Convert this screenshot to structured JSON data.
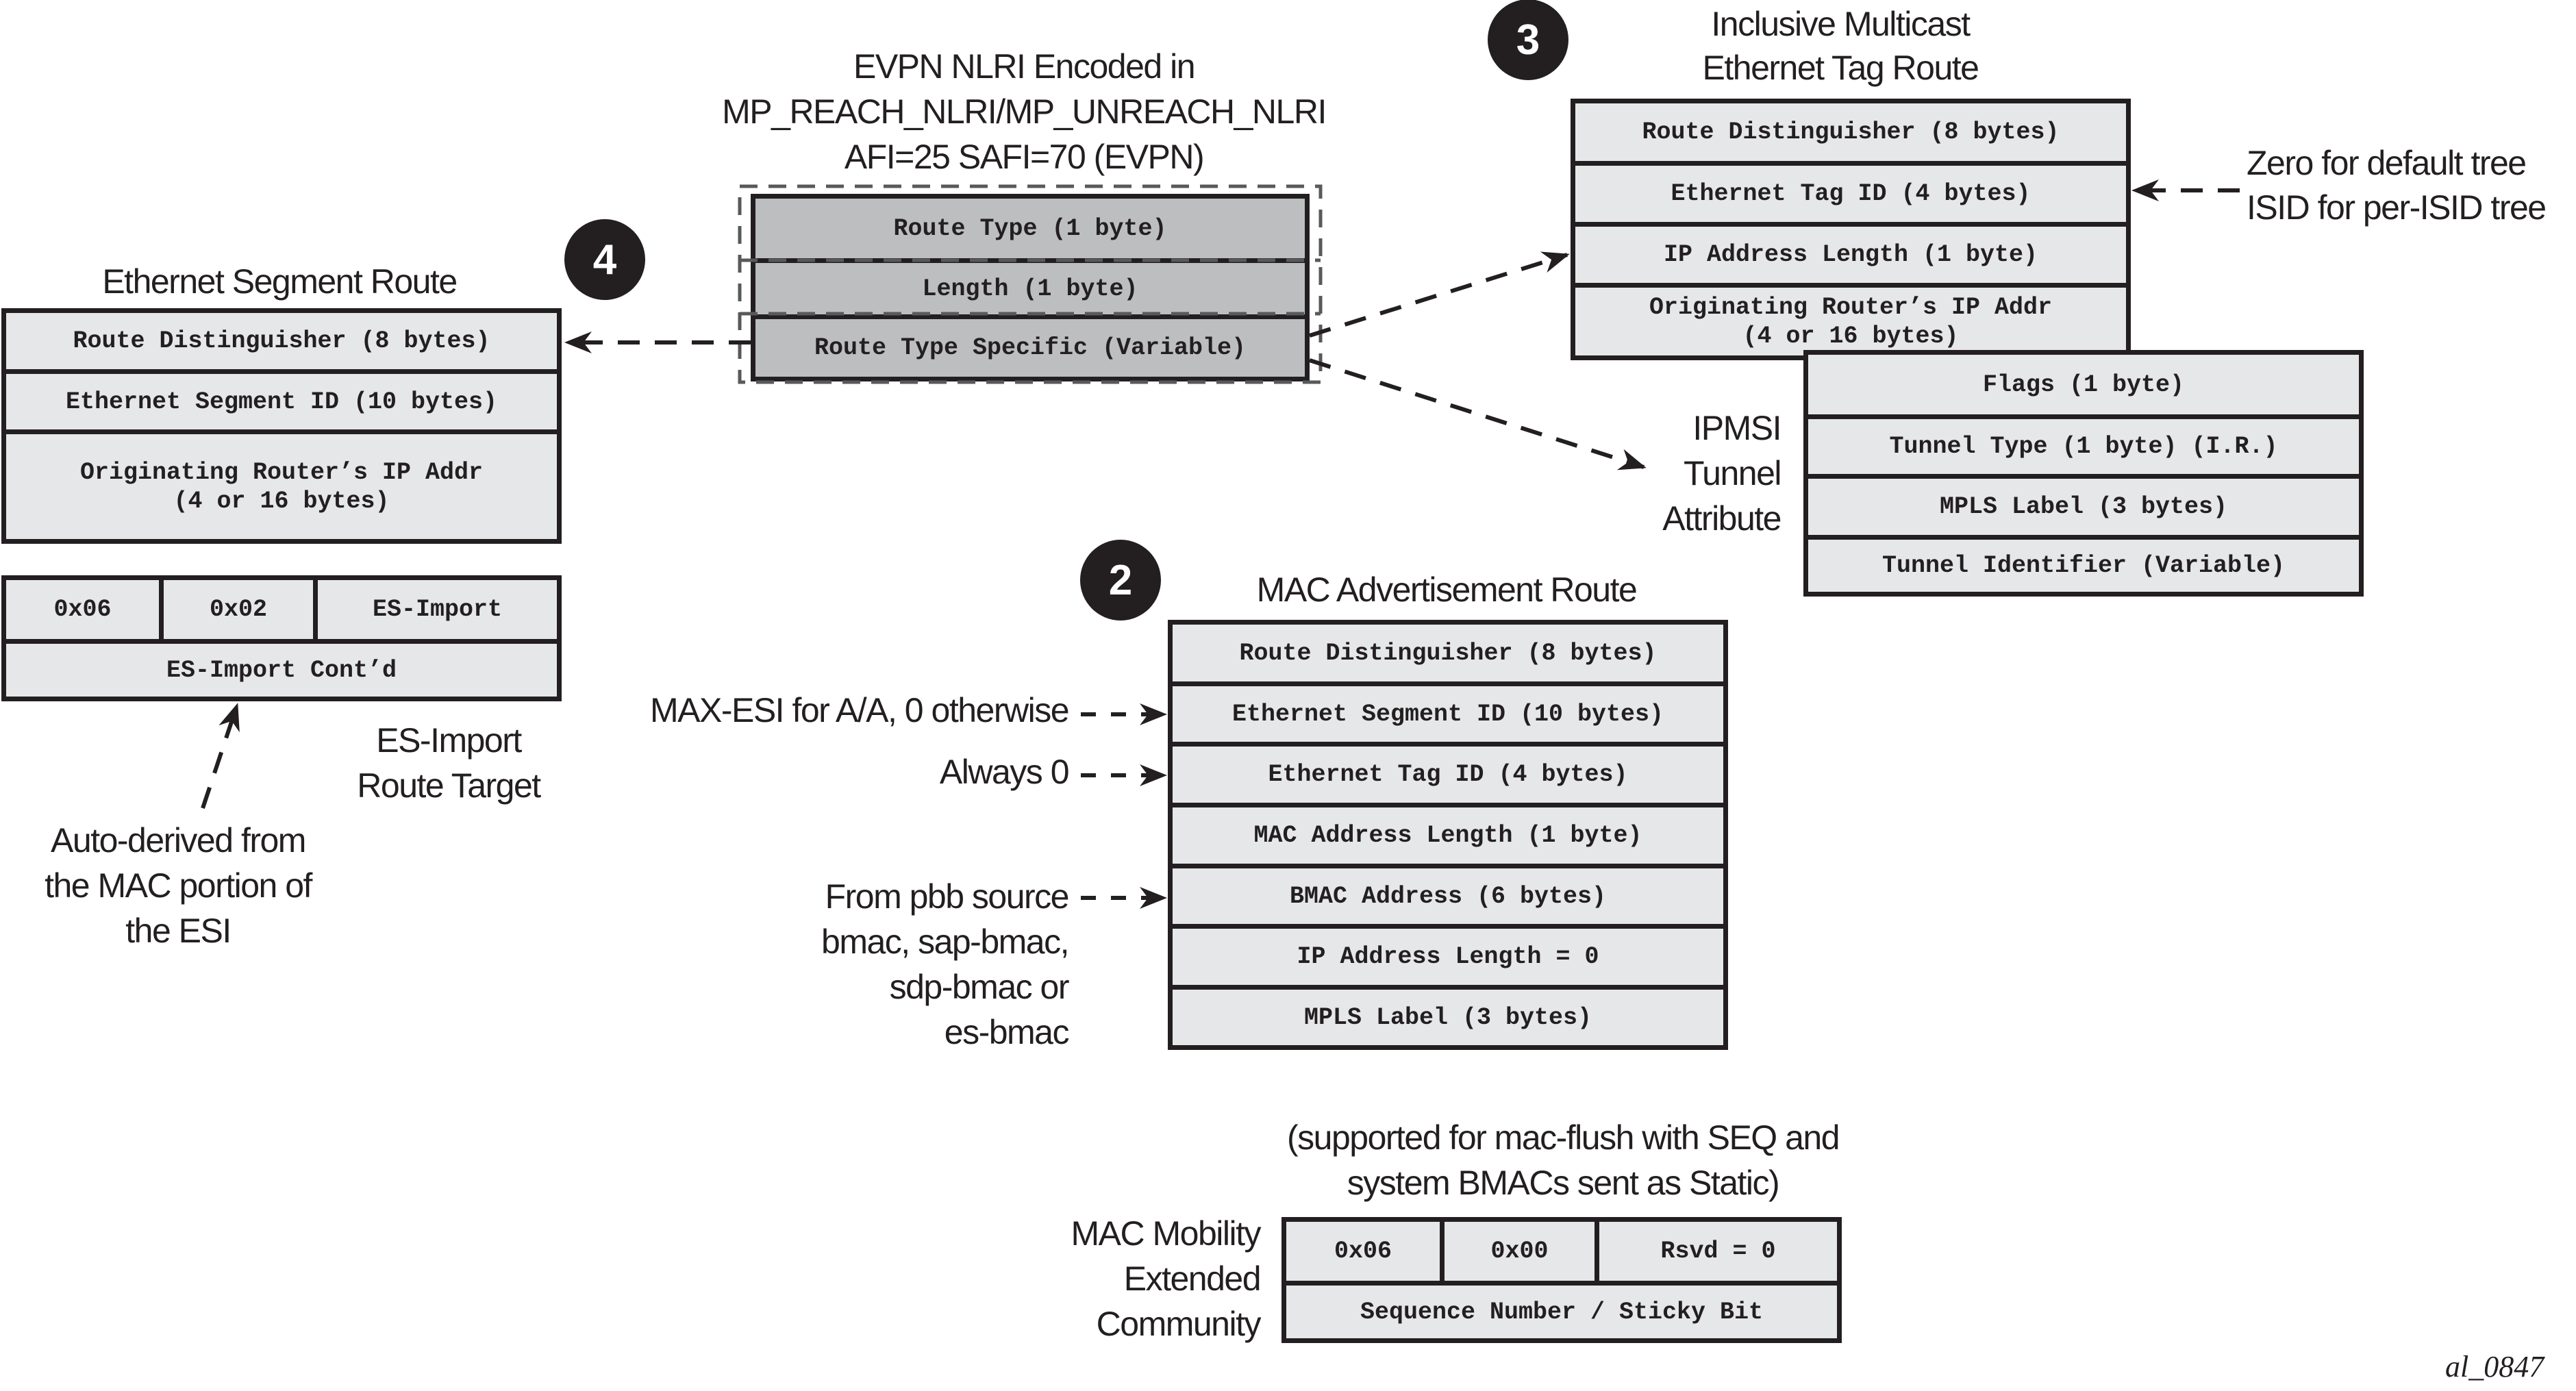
{
  "evpn_nlri": {
    "title_lines": [
      "EVPN NLRI Encoded in",
      "MP_REACH_NLRI/MP_UNREACH_NLRI",
      "AFI=25 SAFI=70 (EVPN)"
    ],
    "fields": [
      "Route Type (1 byte)",
      "Length (1 byte)",
      "Route Type Specific (Variable)"
    ]
  },
  "ethernet_segment_route": {
    "badge": "4",
    "title": "Ethernet Segment Route",
    "fields": [
      "Route Distinguisher (8 bytes)",
      "Ethernet Segment ID (10 bytes)",
      "Originating Router’s IP Addr\n(4 or 16 bytes)"
    ],
    "es_import": {
      "cells": [
        "0x06",
        "0x02",
        "ES-Import"
      ],
      "cont": "ES-Import Cont’d",
      "label_lines": [
        "ES-Import",
        "Route Target"
      ],
      "note_lines": [
        "Auto-derived from",
        "the MAC portion of",
        "the ESI"
      ]
    }
  },
  "inclusive_multicast_route": {
    "badge": "3",
    "title_lines": [
      "Inclusive Multicast",
      "Ethernet Tag Route"
    ],
    "fields": [
      "Route Distinguisher (8 bytes)",
      "Ethernet Tag ID (4 bytes)",
      "IP Address Length (1 byte)",
      "Originating Router’s IP Addr\n(4 or 16 bytes)"
    ],
    "tag_note_lines": [
      "Zero for default tree",
      "ISID for per-ISID tree"
    ]
  },
  "ipmsi_tunnel_attribute": {
    "label_lines": [
      "IPMSI",
      "Tunnel",
      "Attribute"
    ],
    "fields": [
      "Flags (1 byte)",
      "Tunnel Type (1 byte) (I.R.)",
      "MPLS Label (3 bytes)",
      "Tunnel Identifier (Variable)"
    ]
  },
  "mac_advertisement_route": {
    "badge": "2",
    "title": "MAC Advertisement Route",
    "fields": [
      "Route Distinguisher (8 bytes)",
      "Ethernet Segment ID (10 bytes)",
      "Ethernet Tag ID (4 bytes)",
      "MAC Address Length (1 byte)",
      "BMAC Address (6 bytes)",
      "IP Address Length = 0",
      "MPLS Label (3 bytes)"
    ],
    "notes": {
      "esi": "MAX-ESI for A/A, 0 otherwise",
      "tag": "Always 0",
      "bmac_lines": [
        "From pbb source",
        "bmac, sap-bmac,",
        "sdp-bmac or",
        "es-bmac"
      ]
    }
  },
  "mac_mobility": {
    "note_lines": [
      "(supported for mac-flush with SEQ and",
      "system BMACs sent as Static)"
    ],
    "label_lines": [
      "MAC Mobility",
      "Extended",
      "Community"
    ],
    "cells": [
      "0x06",
      "0x00",
      "Rsvd = 0"
    ],
    "sequence": "Sequence Number / Sticky Bit"
  },
  "figure_id": "al_0847"
}
